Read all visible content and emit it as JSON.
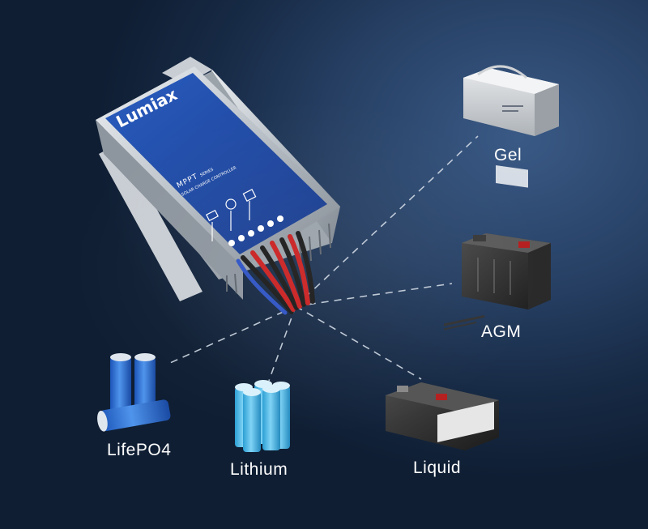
{
  "brand": {
    "name": "Lumiax",
    "series": "MPPT",
    "series_suffix": "SERIES",
    "subtitle": "SOLAR CHARGE CONTROLLER"
  },
  "batteries": [
    {
      "key": "gel",
      "label": "Gel"
    },
    {
      "key": "agm",
      "label": "AGM"
    },
    {
      "key": "liquid",
      "label": "Liquid"
    },
    {
      "key": "lithium",
      "label": "Lithium"
    },
    {
      "key": "lifepo4",
      "label": "LifePO4"
    }
  ],
  "colors": {
    "background": "#1b3150",
    "controller_blue": "#1f4aa8",
    "lithium_cell": "#3fb6e6",
    "lifepo4_cell": "#2a6fd0"
  }
}
